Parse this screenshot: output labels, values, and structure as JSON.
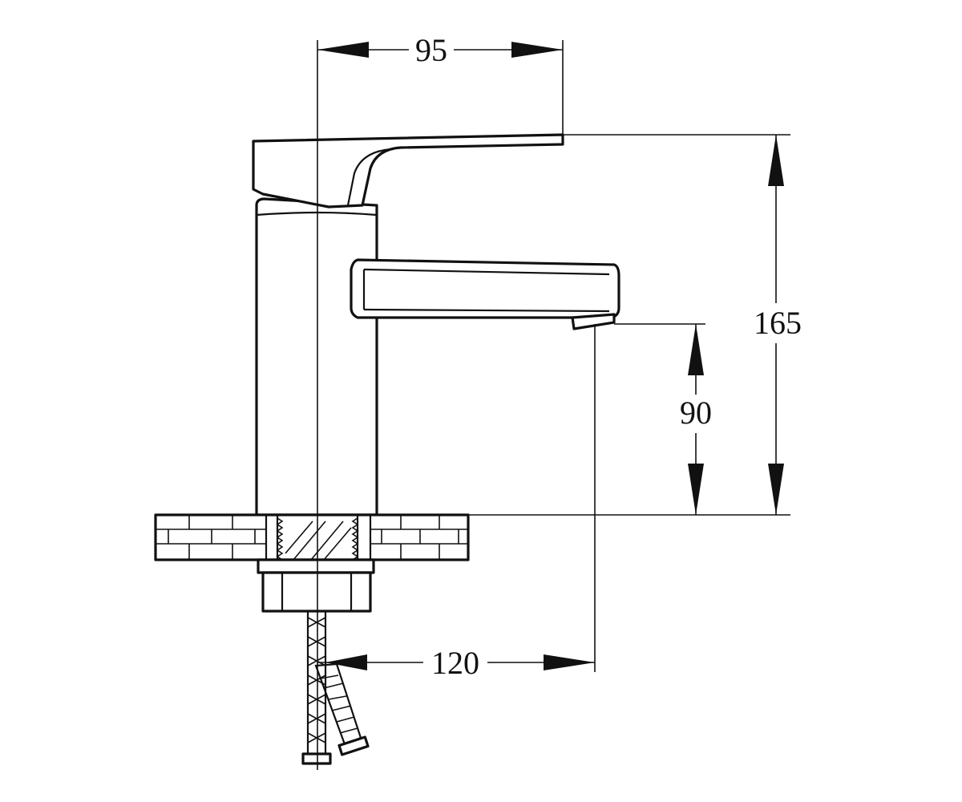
{
  "dimensions": {
    "handle_reach": "95",
    "total_height": "165",
    "spout_height": "90",
    "spout_reach": "120"
  },
  "colors": {
    "line": "#111111",
    "background": "#ffffff"
  }
}
